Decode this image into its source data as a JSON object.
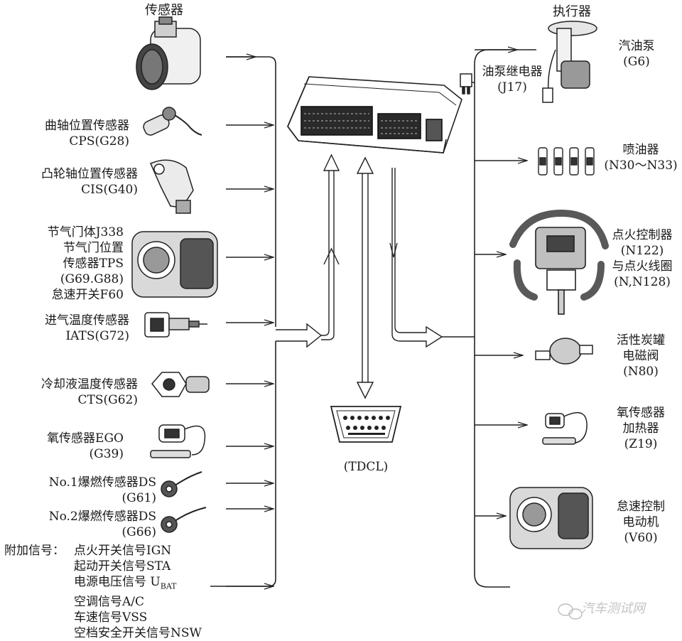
{
  "sensors": {
    "header": "传感器",
    "maf": [],
    "cps": [
      "曲轴位置传感器",
      "CPS(G28)"
    ],
    "cis": [
      "凸轮轴位置传感器",
      "CIS(G40)"
    ],
    "throttle": [
      "节气门体J338",
      "节气门位置",
      "传感器TPS",
      "(G69.G88)",
      "怠速开关F60"
    ],
    "iats": [
      "进气温度传感器",
      "IATS(G72)"
    ],
    "cts": [
      "冷却液温度传感器",
      "CTS(G62)"
    ],
    "ego": [
      "氧传感器EGO",
      "(G39)"
    ],
    "ds1": [
      "No.1爆燃传感器DS",
      "(G61)"
    ],
    "ds2": [
      "No.2爆燃传感器DS",
      "(G66)"
    ]
  },
  "extra_signals": {
    "label": "附加信号：",
    "items": [
      "点火开关信号IGN",
      "起动开关信号STA",
      "电源电压信号 U",
      "空调信号A/C",
      "车速信号VSS",
      "空档安全开关信号NSW"
    ],
    "ubat_sub": "BAT"
  },
  "actuators": {
    "header": "执行器",
    "fuel_pump": [
      "汽油泵",
      "(G6)"
    ],
    "relay": [
      "油泵继电器",
      "(J17)"
    ],
    "injectors": [
      "喷油器",
      "(N30～N33)"
    ],
    "ignition": [
      "点火控制器",
      "(N122)",
      "与点火线圈",
      "(N,N128)"
    ],
    "canister": [
      "活性炭罐",
      "电磁阀",
      "(N80)"
    ],
    "o2_heater": [
      "氧传感器",
      "加热器",
      "(Z19)"
    ],
    "idle_motor": [
      "怠速控制",
      "电动机",
      "(V60)"
    ]
  },
  "diag": {
    "label": "(TDCL)"
  },
  "watermark": "汽车测试网"
}
